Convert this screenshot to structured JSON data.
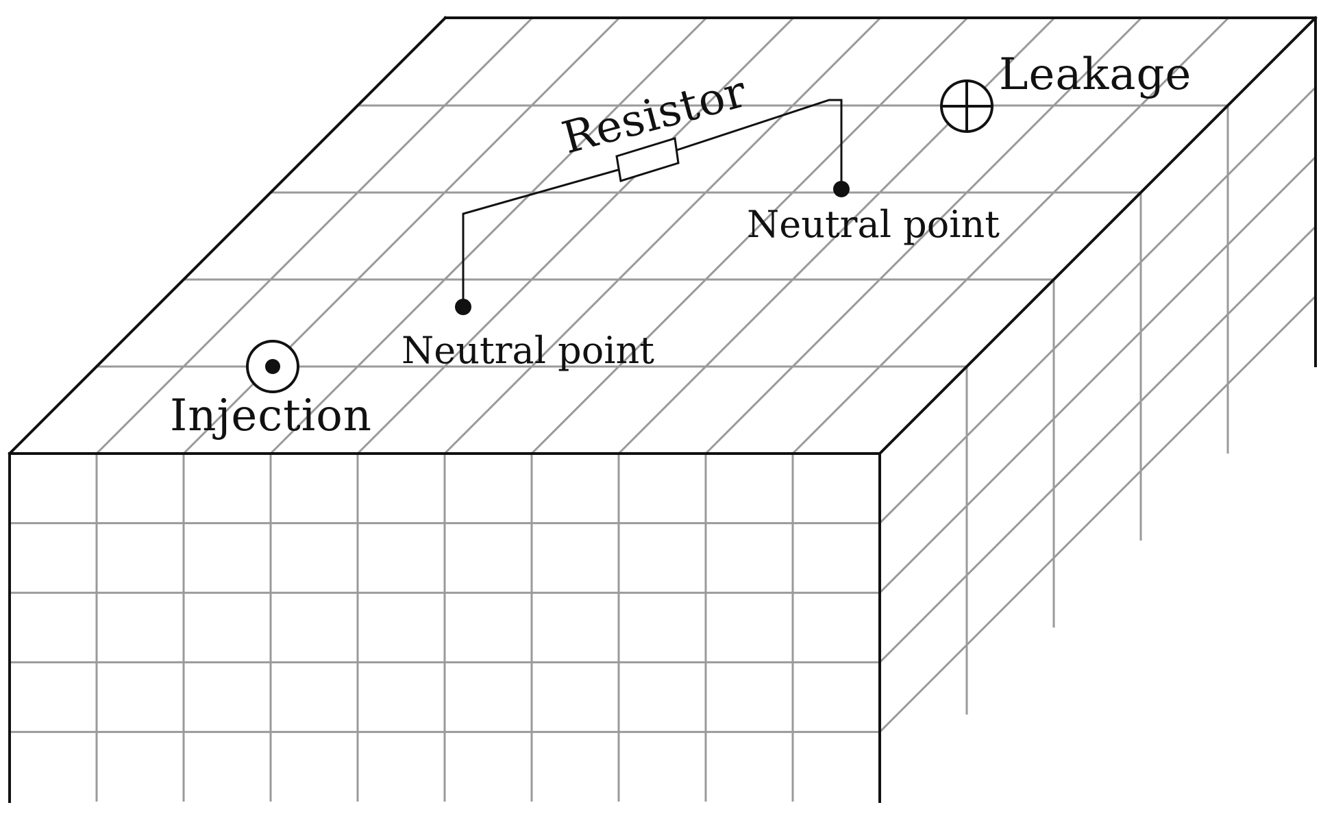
{
  "labels": {
    "resistor": "Resistor",
    "leakage": "Leakage",
    "neutral_point_right": "Neutral point",
    "neutral_point_left": "Neutral point",
    "injection": "Injection"
  },
  "colors": {
    "grid": "#9a9a9a",
    "edge": "#111111",
    "background": "#ffffff"
  },
  "symbols": {
    "injection": "circle-dot-icon",
    "leakage": "circle-cross-icon",
    "resistor": "resistor-icon"
  }
}
